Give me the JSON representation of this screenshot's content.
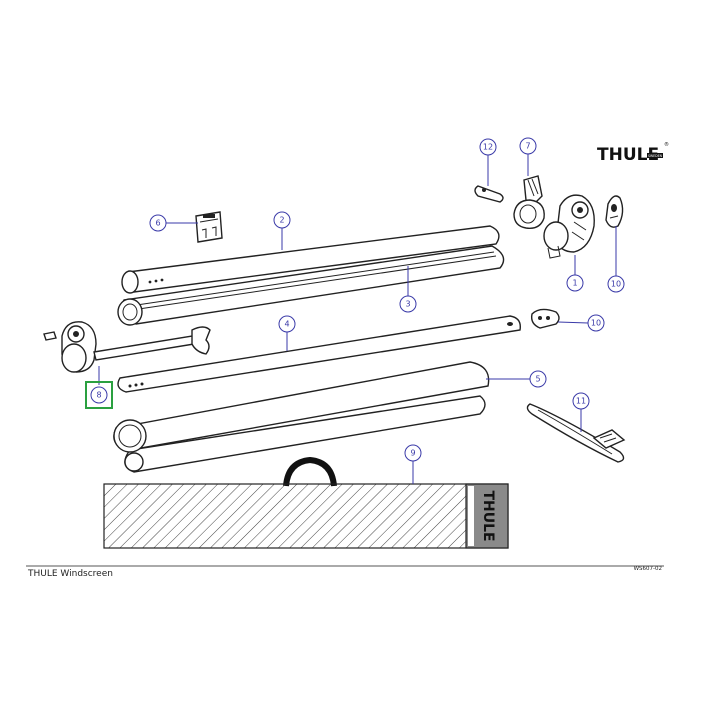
{
  "brand": {
    "logo_text": "THULE",
    "logo_sub": "SWEDEN",
    "bag_text": "THULE"
  },
  "callouts": [
    {
      "number": "1"
    },
    {
      "number": "2"
    },
    {
      "number": "3"
    },
    {
      "number": "4"
    },
    {
      "number": "5"
    },
    {
      "number": "6"
    },
    {
      "number": "7"
    },
    {
      "number": "8"
    },
    {
      "number": "9"
    },
    {
      "number": "10"
    },
    {
      "number": "10"
    },
    {
      "number": "11"
    },
    {
      "number": "12"
    }
  ],
  "footer": {
    "title": "THULE Windscreen",
    "code": "WS607-02"
  },
  "colors": {
    "callout": "#3a3aa8",
    "highlight": "#2aa040"
  }
}
